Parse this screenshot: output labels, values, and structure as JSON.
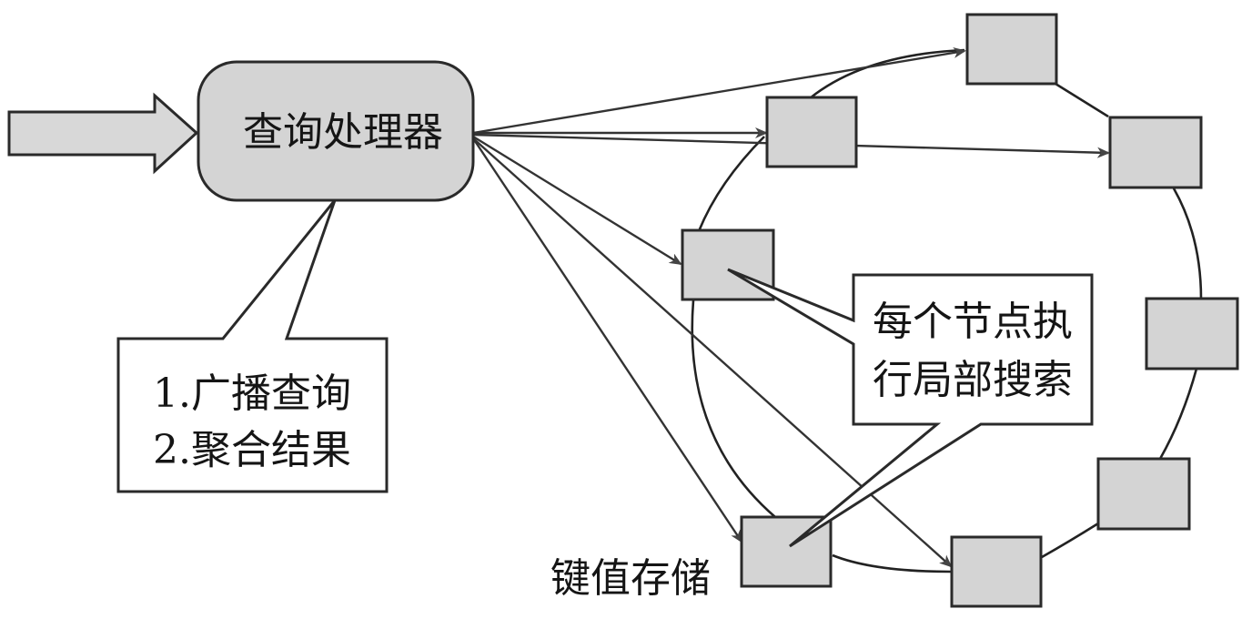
{
  "diagram": {
    "processor": {
      "label": "查询处理器"
    },
    "processor_callout": {
      "lines": [
        "1.广播查询",
        "2.聚合结果"
      ]
    },
    "node_callout": {
      "lines": [
        "每个节点执",
        "行局部搜索"
      ]
    },
    "store_label": "键值存储",
    "input_arrow": "incoming query",
    "ring_nodes": [
      "n1",
      "n2",
      "n3",
      "n4",
      "n5",
      "n6",
      "n7",
      "n8"
    ],
    "broadcast_targets": [
      "n1",
      "n2",
      "n3",
      "n4",
      "n7",
      "n8"
    ],
    "colors": {
      "node_fill": "#d4d4d4",
      "stroke": "#2a2a2a",
      "background": "#ffffff"
    }
  }
}
